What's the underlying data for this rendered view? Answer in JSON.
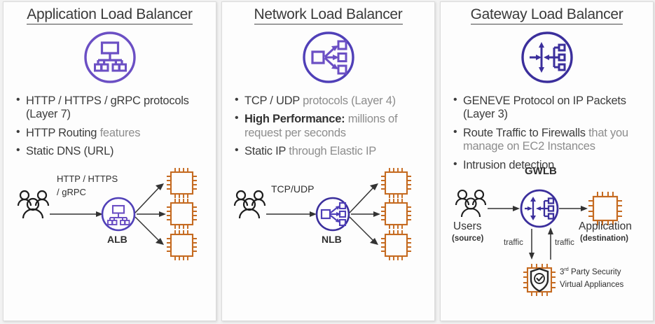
{
  "theme": {
    "purple_alb": "#6b4fc4",
    "purple_nlb": "#5040b8",
    "indigo_gwlb": "#3b2f9c",
    "orange_chip": "#c56a20",
    "text_dark": "#3d3d3d",
    "text_light": "#8d8d8d",
    "panel_bg": "#fdfdfd",
    "panel_border": "#dcdcdc"
  },
  "panels": [
    {
      "title": "Application Load Balancer",
      "hero_icon": "alb-tree-icon",
      "bullets": [
        {
          "strong": "HTTP / HTTPS / gRPC protocols (Layer 7)",
          "light": ""
        },
        {
          "strong": "HTTP Routing ",
          "light": "features"
        },
        {
          "strong": "Static DNS (URL)",
          "light": ""
        }
      ],
      "diagram": {
        "source_icon": "users-icon",
        "flow_label_line1": "HTTP / HTTPS",
        "flow_label_line2": "/ gRPC",
        "node_label": "ALB",
        "node_icon": "alb-tree-icon",
        "targets": [
          "ec2-chip-icon",
          "ec2-chip-icon",
          "ec2-chip-icon"
        ]
      }
    },
    {
      "title": "Network Load Balancer",
      "hero_icon": "nlb-fanout-icon",
      "bullets": [
        {
          "strong": "TCP / UDP ",
          "light": "protocols (Layer 4)"
        },
        {
          "strong": "High Performance: ",
          "light": "millions of request per seconds"
        },
        {
          "strong": "Static IP ",
          "light": "through Elastic IP"
        }
      ],
      "diagram": {
        "source_icon": "users-icon",
        "flow_label_line1": "TCP/UDP",
        "flow_label_line2": "",
        "node_label": "NLB",
        "node_icon": "nlb-fanout-icon",
        "targets": [
          "ec2-chip-icon",
          "ec2-chip-icon",
          "ec2-chip-icon"
        ]
      }
    },
    {
      "title": "Gateway Load Balancer",
      "hero_icon": "gwlb-gateway-icon",
      "bullets": [
        {
          "strong": "GENEVE Protocol on IP Packets (Layer 3)",
          "light": ""
        },
        {
          "strong": "Route Traffic to Firewalls ",
          "light": "that you manage on EC2 Instances"
        },
        {
          "strong": "Intrusion detection",
          "light": ""
        }
      ],
      "diagram": {
        "node_label": "GWLB",
        "node_icon": "gwlb-gateway-icon",
        "source_icon": "users-icon",
        "source_label": "Users",
        "source_sublabel": "(source)",
        "destination_icon": "ec2-chip-icon",
        "destination_label": "Application",
        "destination_sublabel": "(destination)",
        "traffic_out_label": "traffic",
        "traffic_in_label": "traffic",
        "appliance_icon": "security-shield-chip-icon",
        "appliance_line1_pre": "3",
        "appliance_line1_sup": "rd",
        "appliance_line1_post": " Party Security",
        "appliance_line2": "Virtual Appliances"
      }
    }
  ]
}
